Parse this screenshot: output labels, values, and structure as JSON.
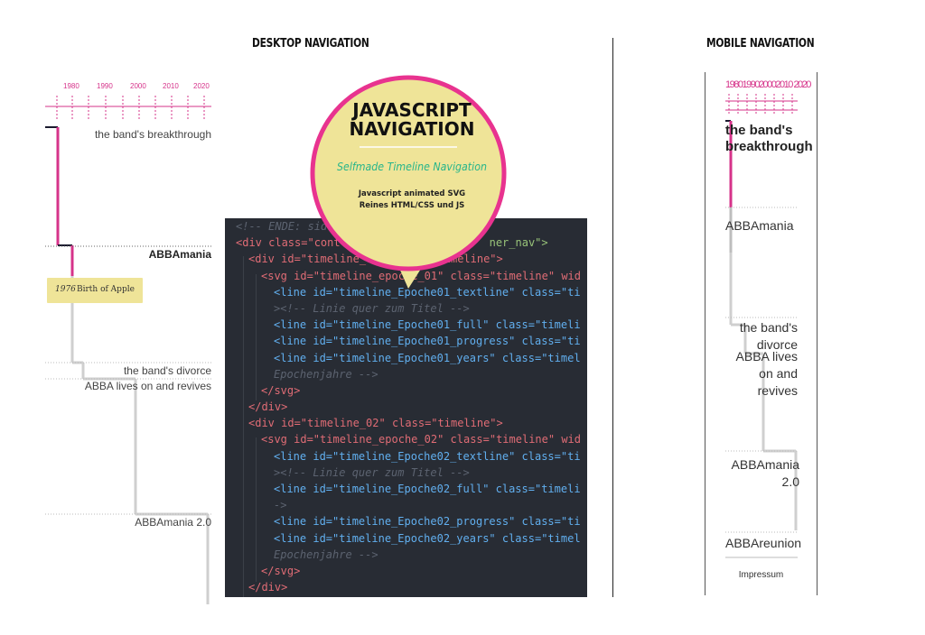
{
  "headings": {
    "desktop": "DESKTOP NAVIGATION",
    "mobile": "MOBILE NAVIGATION"
  },
  "desktop": {
    "years": [
      "1980",
      "1990",
      "2000",
      "2010",
      "2020"
    ],
    "events": {
      "breakthrough": "the band's breakthrough",
      "abbamania": "ABBAmania",
      "divorce": "the band's divorce",
      "revives": "ABBA lives on and revives",
      "abbamania2": "ABBAmania 2.0"
    },
    "tooltip": {
      "year": "1976",
      "text": "Birth of Apple"
    }
  },
  "callout": {
    "title": "JAVASCRIPT NAVIGATION",
    "subtitle": "Selfmade Timeline Navigation",
    "line1": "Javascript animated SVG",
    "line2": "Reines HTML/CSS und JS"
  },
  "code": {
    "l01": "<!-- ENDE: sidebar -->",
    "l02a": "<div class=\"cont",
    "l02b": "ner_nav\">",
    "l03": "<div id=\"timeline_01\" class=\"timeline\">",
    "l04": "<svg id=\"timeline_epoche_01\" class=\"timeline\" wid",
    "l05": "<line id=\"timeline_Epoche01_textline\" class=\"ti",
    "l06": "><!-- Linie quer zum Titel -->",
    "l07": "<line id=\"timeline_Epoche01_full\" class=\"timeli",
    "l08": "<line id=\"timeline_Epoche01_progress\" class=\"ti",
    "l09": "<line id=\"timeline_Epoche01_years\" class=\"timel",
    "l10": "Epochenjahre -->",
    "l11": "</svg>",
    "l12": "</div>",
    "l13": "<div id=\"timeline_02\" class=\"timeline\">",
    "l14": "<svg id=\"timeline_epoche_02\" class=\"timeline\" wid",
    "l15": "<line id=\"timeline_Epoche02_textline\" class=\"ti",
    "l16": "><!-- Linie quer zum Titel -->",
    "l17": "<line id=\"timeline_Epoche02_full\" class=\"timeli",
    "l18": "->",
    "l19": "<line id=\"timeline_Epoche02_progress\" class=\"ti",
    "l20": "<line id=\"timeline_Epoche02_years\" class=\"timel",
    "l21": "Epochenjahre -->",
    "l22": "</svg>",
    "l23": "</div>"
  },
  "mobile": {
    "years": "1980199020002010 2020",
    "items": {
      "breakthrough": "the band's breakthrough",
      "abbamania": "ABBAmania",
      "divorce": "the band's divorce",
      "revives": "ABBA lives on and revives",
      "abbamania2": "ABBAmania 2.0",
      "reunion": "ABBAreunion"
    },
    "footer": "Impressum"
  },
  "colors": {
    "accent": "#d6338a",
    "callout_fill": "#efe498",
    "callout_ring": "#e8338f",
    "code_bg": "#282c34"
  }
}
